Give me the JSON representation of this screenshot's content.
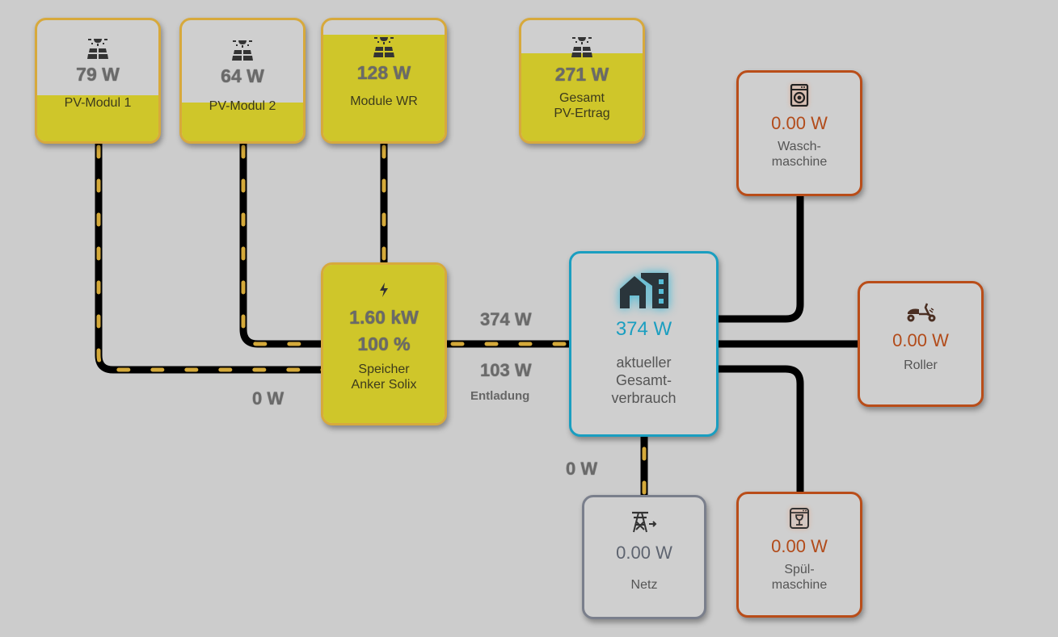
{
  "pv_modules": [
    {
      "value": "79 W",
      "label": "PV-Modul 1",
      "icon": "solar-panel-icon",
      "fill_fraction": 0.38
    },
    {
      "value": "64 W",
      "label": "PV-Modul 2",
      "icon": "solar-panel-icon",
      "fill_fraction": 0.32
    },
    {
      "value": "128 W",
      "label": "Module WR",
      "icon": "solar-panel-icon",
      "fill_fraction": 0.88
    }
  ],
  "pv_total": {
    "value": "271 W",
    "label_line1": "Gesamt",
    "label_line2": "PV-Ertrag",
    "icon": "solar-panel-icon",
    "fill_fraction": 0.73
  },
  "battery": {
    "icon": "lightning-icon",
    "power": "1.60 kW",
    "soc": "100 %",
    "label_line1": "Speicher",
    "label_line2": "Anker Solix",
    "fill_fraction": 1.0
  },
  "flows": {
    "battery_to_home": "374 W",
    "battery_discharge": "103 W",
    "battery_discharge_label": "Entladung",
    "pv1_to_battery": "0 W",
    "grid_to_home": "0 W"
  },
  "home": {
    "icon": "house-building-icon",
    "value": "374 W",
    "label_line1": "aktueller",
    "label_line2": "Gesamt-",
    "label_line3": "verbrauch",
    "accent": "#1a9ec0"
  },
  "consumers": [
    {
      "id": "waschmaschine",
      "icon": "washing-machine-icon",
      "value": "0.00 W",
      "label_line1": "Wasch-",
      "label_line2": "maschine"
    },
    {
      "id": "roller",
      "icon": "scooter-icon",
      "value": "0.00 W",
      "label_line1": "Roller",
      "label_line2": ""
    },
    {
      "id": "spuelmaschine",
      "icon": "dishwasher-icon",
      "value": "0.00 W",
      "label_line1": "Spül-",
      "label_line2": "maschine"
    }
  ],
  "grid": {
    "icon": "power-pylon-icon",
    "value": "0.00 W",
    "label": "Netz"
  },
  "colors": {
    "pv_fill": "#cfc62a",
    "pv_border": "#d7a93c",
    "consumer_border": "#b94d19",
    "grid_border": "#7a7f8c",
    "home_border": "#1a9ec0",
    "flow_dash": "#d4a93a"
  }
}
